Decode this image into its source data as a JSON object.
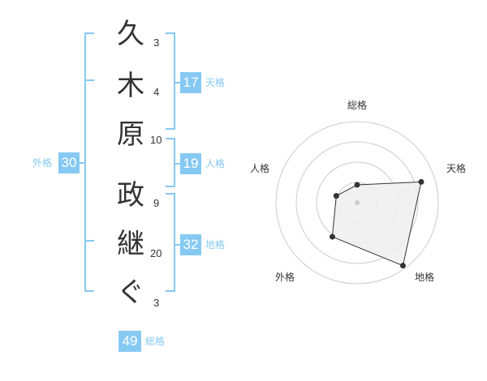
{
  "name": {
    "characters": [
      {
        "char": "久",
        "strokes": "3"
      },
      {
        "char": "木",
        "strokes": "4"
      },
      {
        "char": "原",
        "strokes": "10"
      },
      {
        "char": "政",
        "strokes": "9"
      },
      {
        "char": "継",
        "strokes": "20"
      },
      {
        "char": "ぐ",
        "strokes": "3"
      }
    ]
  },
  "fortunes": {
    "tenkaku": {
      "value": "17",
      "label": "天格"
    },
    "jinkaku": {
      "value": "19",
      "label": "人格"
    },
    "chikaku": {
      "value": "32",
      "label": "地格"
    },
    "gaikaku": {
      "value": "30",
      "label": "外格"
    },
    "soukaku": {
      "value": "49",
      "label": "総格"
    }
  },
  "colors": {
    "accent": "#86c9f2",
    "text": "#333333",
    "radar_fill": "#eeeeee",
    "radar_ring": "#cccccc"
  },
  "chart_data": {
    "type": "radar",
    "axes": [
      "総格",
      "天格",
      "地格",
      "外格",
      "人格"
    ],
    "values": [
      0.22,
      0.83,
      0.96,
      0.52,
      0.27
    ],
    "rings": 4
  }
}
